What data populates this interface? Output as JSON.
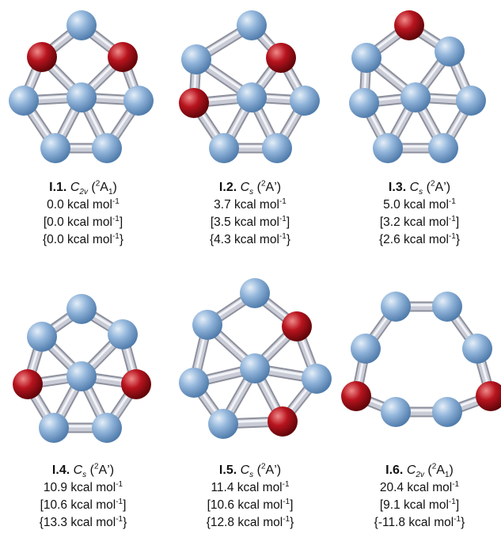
{
  "structures": [
    {
      "label": "I.1.",
      "group": {
        "letter": "C",
        "sub": "2v"
      },
      "state": {
        "sup": "2",
        "main": "A",
        "sub": "1",
        "prime": ""
      },
      "energy_value": "0.0",
      "energy_bracket": "0.0",
      "energy_brace": "0.0"
    },
    {
      "label": "I.2.",
      "group": {
        "letter": "C",
        "sub": "s"
      },
      "state": {
        "sup": "2",
        "main": "A",
        "sub": "",
        "prime": "’"
      },
      "energy_value": "3.7",
      "energy_bracket": "3.5",
      "energy_brace": "4.3"
    },
    {
      "label": "I.3.",
      "group": {
        "letter": "C",
        "sub": "s"
      },
      "state": {
        "sup": "2",
        "main": "A",
        "sub": "",
        "prime": "’"
      },
      "energy_value": "5.0",
      "energy_bracket": "3.2",
      "energy_brace": "2.6"
    },
    {
      "label": "I.4.",
      "group": {
        "letter": "C",
        "sub": "s"
      },
      "state": {
        "sup": "2",
        "main": "A",
        "sub": "",
        "prime": "’"
      },
      "energy_value": "10.9",
      "energy_bracket": "10.6",
      "energy_brace": "13.3"
    },
    {
      "label": "I.5.",
      "group": {
        "letter": "C",
        "sub": "s"
      },
      "state": {
        "sup": "2",
        "main": "A",
        "sub": "",
        "prime": "’"
      },
      "energy_value": "11.4",
      "energy_bracket": "10.6",
      "energy_brace": "12.8"
    },
    {
      "label": "I.6.",
      "group": {
        "letter": "C",
        "sub": "2v"
      },
      "state": {
        "sup": "2",
        "main": "A",
        "sub": "1",
        "prime": ""
      },
      "energy_value": "20.4",
      "energy_bracket": "9.1",
      "energy_brace": "-11.8"
    }
  ],
  "unit": {
    "main": "kcal mol",
    "sup": "-1"
  },
  "colors": {
    "blue_atom": "#8fb3d9",
    "red_atom": "#b0121c",
    "bond": "#c9ccd6"
  }
}
